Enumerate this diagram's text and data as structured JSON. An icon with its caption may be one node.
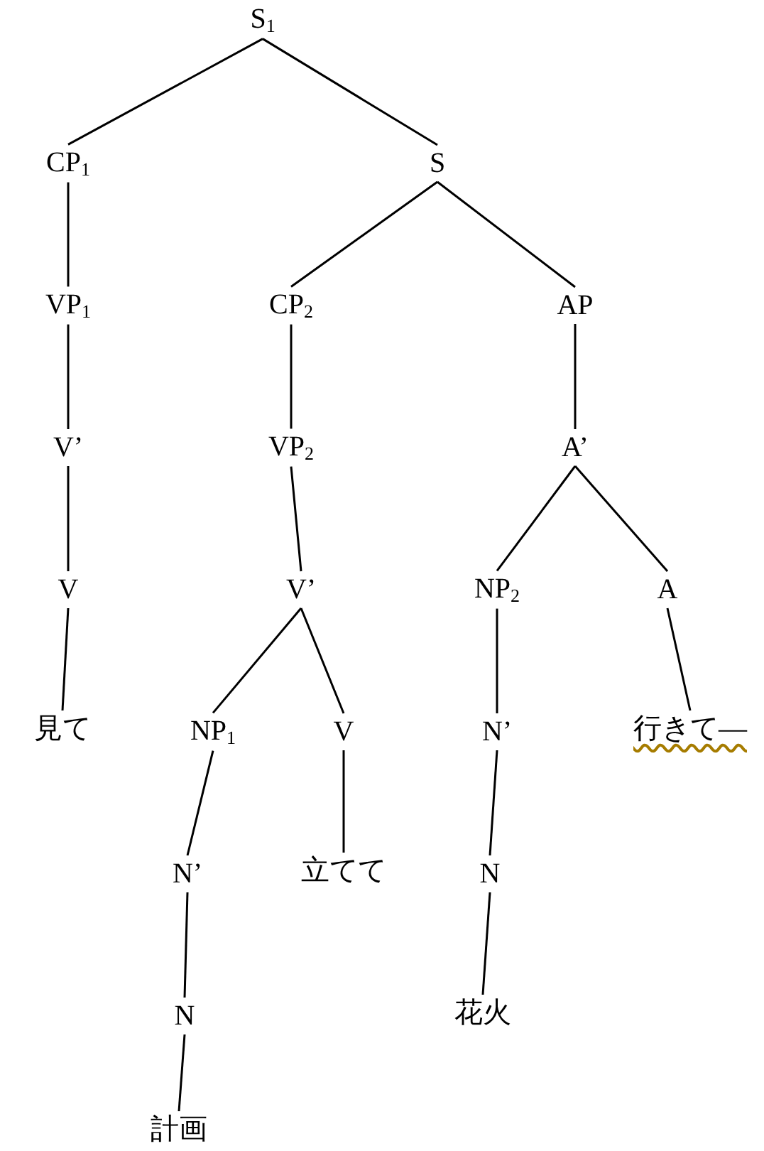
{
  "diagram": {
    "nodes": [
      {
        "text": [
          "S$_{1}$"
        ]
      },
      {
        "text": [
          "CP$_{1}$"
        ]
      },
      {
        "text": [
          "S"
        ]
      },
      {
        "text": [
          "VP$_{1}$"
        ]
      },
      {
        "text": [
          "CP$_{2}$"
        ]
      },
      {
        "text": [
          "AP"
        ]
      },
      {
        "text": [
          "V’"
        ]
      },
      {
        "text": [
          "VP$_{2}$"
        ]
      },
      {
        "text": [
          "A’"
        ]
      },
      {
        "text": [
          "V"
        ]
      },
      {
        "text": [
          "V’"
        ]
      },
      {
        "text": [
          "NP$_{2}$"
        ]
      },
      {
        "text": [
          "A"
        ]
      },
      {
        "text": [
          "見て"
        ]
      },
      {
        "text": [
          "NP$_{1}$"
        ]
      },
      {
        "text": [
          "V"
        ]
      },
      {
        "text": [
          "N’"
        ]
      },
      {
        "text": [
          "行きて—"
        ]
      },
      {
        "text": [
          "N’"
        ]
      },
      {
        "text": [
          "立てて"
        ]
      },
      {
        "text": [
          "N"
        ]
      },
      {
        "text": [
          "N"
        ]
      },
      {
        "text": [
          "花火"
        ]
      },
      {
        "text": [
          "計画"
        ]
      }
    ],
    "edges": [
      {
        "from": 0,
        "to": 1,
        "arrow": "none"
      },
      {
        "from": 0,
        "to": 2,
        "arrow": "none"
      },
      {
        "from": 1,
        "to": 3,
        "arrow": "none"
      },
      {
        "from": 2,
        "to": 4,
        "arrow": "none"
      },
      {
        "from": 2,
        "to": 5,
        "arrow": "none"
      },
      {
        "from": 3,
        "to": 6,
        "arrow": "none"
      },
      {
        "from": 4,
        "to": 7,
        "arrow": "none"
      },
      {
        "from": 5,
        "to": 8,
        "arrow": "none"
      },
      {
        "from": 6,
        "to": 9,
        "arrow": "none"
      },
      {
        "from": 7,
        "to": 10,
        "arrow": "none"
      },
      {
        "from": 8,
        "to": 11,
        "arrow": "none"
      },
      {
        "from": 8,
        "to": 12,
        "arrow": "none"
      },
      {
        "from": 9,
        "to": 13,
        "arrow": "none"
      },
      {
        "from": 10,
        "to": 14,
        "arrow": "none"
      },
      {
        "from": 10,
        "to": 15,
        "arrow": "none"
      },
      {
        "from": 11,
        "to": 16,
        "arrow": "none"
      },
      {
        "from": 12,
        "to": 17,
        "arrow": "none"
      },
      {
        "from": 14,
        "to": 18,
        "arrow": "none"
      },
      {
        "from": 15,
        "to": 19,
        "arrow": "none"
      },
      {
        "from": 16,
        "to": 20,
        "arrow": "none"
      },
      {
        "from": 18,
        "to": 21,
        "arrow": "none"
      },
      {
        "from": 20,
        "to": 22,
        "arrow": "none"
      },
      {
        "from": 21,
        "to": 23,
        "arrow": "none"
      }
    ]
  }
}
